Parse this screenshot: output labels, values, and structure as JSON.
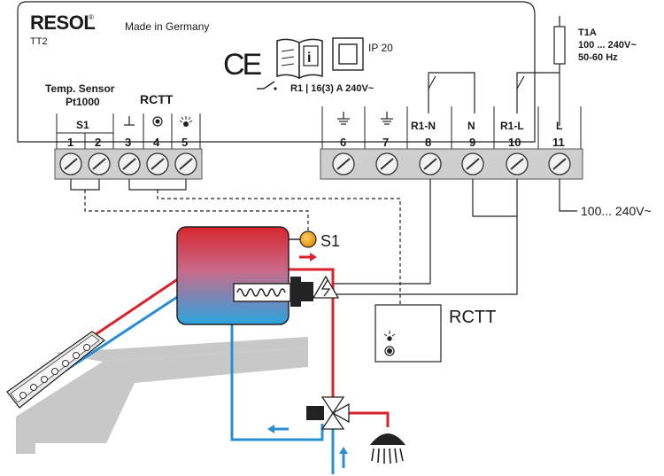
{
  "brand": {
    "name": "RESOL",
    "registered": "®",
    "model": "TT2",
    "origin": "Made in Germany"
  },
  "certifications": {
    "ce": "CE",
    "info_symbol": "i",
    "ip_rating": "IP 20"
  },
  "relay_rating": "R1 | 16(3) A 240V~",
  "fuse": {
    "label": "T1A",
    "voltage": "100 ... 240V~",
    "frequency": "50-60 Hz"
  },
  "terminals": {
    "groups": [
      {
        "label": "Temp. Sensor Pt1000",
        "line1": "Temp. Sensor",
        "line2": "Pt1000"
      },
      {
        "label": "RCTT"
      }
    ],
    "items": [
      {
        "number": "1",
        "header": "S1"
      },
      {
        "number": "2",
        "header": ""
      },
      {
        "number": "3",
        "header": "",
        "icon": "ground-symbol"
      },
      {
        "number": "4",
        "header": "",
        "icon": "light-button-symbol"
      },
      {
        "number": "5",
        "header": "",
        "icon": "led-symbol"
      },
      {
        "number": "6",
        "header": "",
        "icon": "protective-earth-icon"
      },
      {
        "number": "7",
        "header": "",
        "icon": "protective-earth-icon"
      },
      {
        "number": "8",
        "header": "R1-N"
      },
      {
        "number": "9",
        "header": "N"
      },
      {
        "number": "10",
        "header": "R1-L"
      },
      {
        "number": "11",
        "header": "L"
      }
    ]
  },
  "supply_label": "100... 240V~",
  "sensor_label": "S1",
  "remote": {
    "label": "RCTT"
  },
  "icons": [
    "ce-icon",
    "manual-book-icon",
    "protection-class-icon",
    "relay-switch-icon",
    "fuse-icon",
    "sensor-icon",
    "heating-element-icon",
    "warning-icon",
    "collector-icon",
    "mixing-valve-icon",
    "shower-icon",
    "flow-arrow-icon"
  ],
  "colors": {
    "hot": "#d7232b",
    "cold": "#2a8fd2",
    "terminal": "#cfcfcf",
    "sensor": "#f2a21a",
    "roof": "#c8c8c8"
  }
}
